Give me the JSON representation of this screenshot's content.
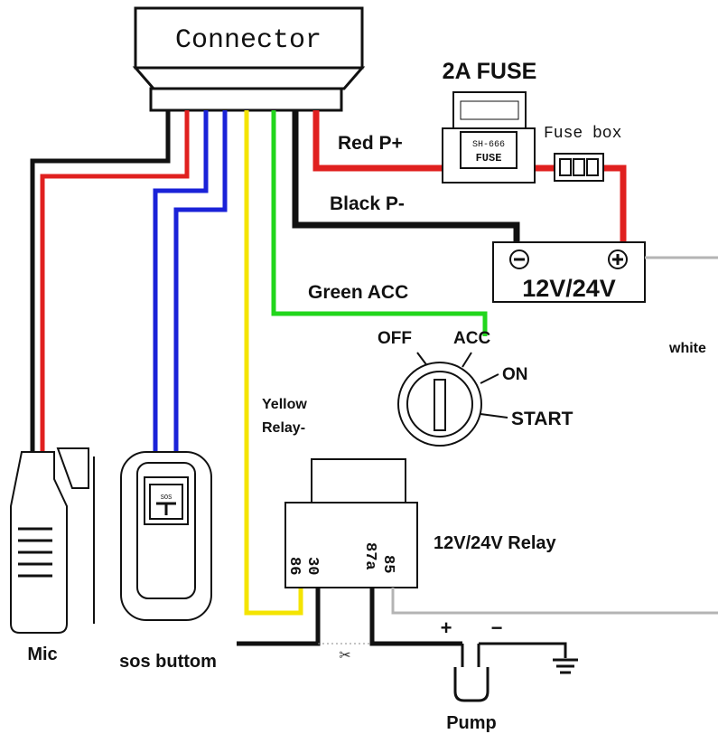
{
  "connector": {
    "label": "Connector"
  },
  "fuse": {
    "title": "2A FUSE",
    "body_top": "SH-666",
    "body_bottom": "FUSE",
    "box_label": "Fuse  box"
  },
  "wires": {
    "red": "Red P+",
    "black": "Black P-",
    "green": "Green ACC",
    "yellow_line1": "Yellow",
    "yellow_line2": "Relay-",
    "white": "white"
  },
  "battery": {
    "minus": "−",
    "plus": "+",
    "voltage": "12V/24V"
  },
  "ignition": {
    "off": "OFF",
    "acc": "ACC",
    "on": "ON",
    "start": "START"
  },
  "relay": {
    "label": "12V/24V Relay",
    "pin_86": "86",
    "pin_30": "30",
    "pin_87a": "87a",
    "pin_85": "85"
  },
  "devices": {
    "mic": "Mic",
    "sos": "sos buttom",
    "sos_icon": "SOS",
    "pump": "Pump",
    "pump_plus": "+",
    "pump_minus": "−"
  },
  "colors": {
    "red": "#e0201f",
    "black": "#111111",
    "blue": "#1a22d8",
    "yellow": "#f4e400",
    "green": "#22d61c",
    "gray": "#b4b4b4"
  }
}
